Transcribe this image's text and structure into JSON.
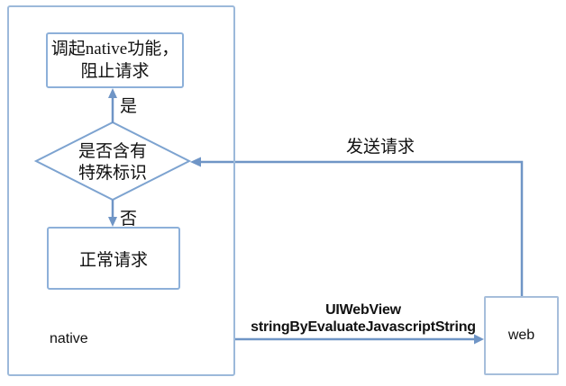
{
  "diagram": {
    "title_hint": "native-web js bridge flowchart",
    "native_panel": {
      "label": "native"
    },
    "nodes": {
      "invoke_native": {
        "line1": "调起native功能，",
        "line2": "阻止请求"
      },
      "decision": {
        "line1": "是否含有",
        "line2": "特殊标识"
      },
      "normal_request": {
        "label": "正常请求"
      },
      "web": {
        "label": "web"
      }
    },
    "edges": {
      "yes_label": "是",
      "no_label": "否",
      "send_request_label": "发送请求",
      "js_bridge_line1": "UIWebView",
      "js_bridge_line2": "stringByEvaluateJavascriptString"
    },
    "colors": {
      "connector": "#6f95c6",
      "diamond_border": "#7da3d0",
      "inner_box_border": "#8db0d9",
      "outer_box_border": "#9cb9da",
      "web_box_border": "#a6bedb",
      "text": "#111111",
      "background": "#ffffff"
    }
  }
}
